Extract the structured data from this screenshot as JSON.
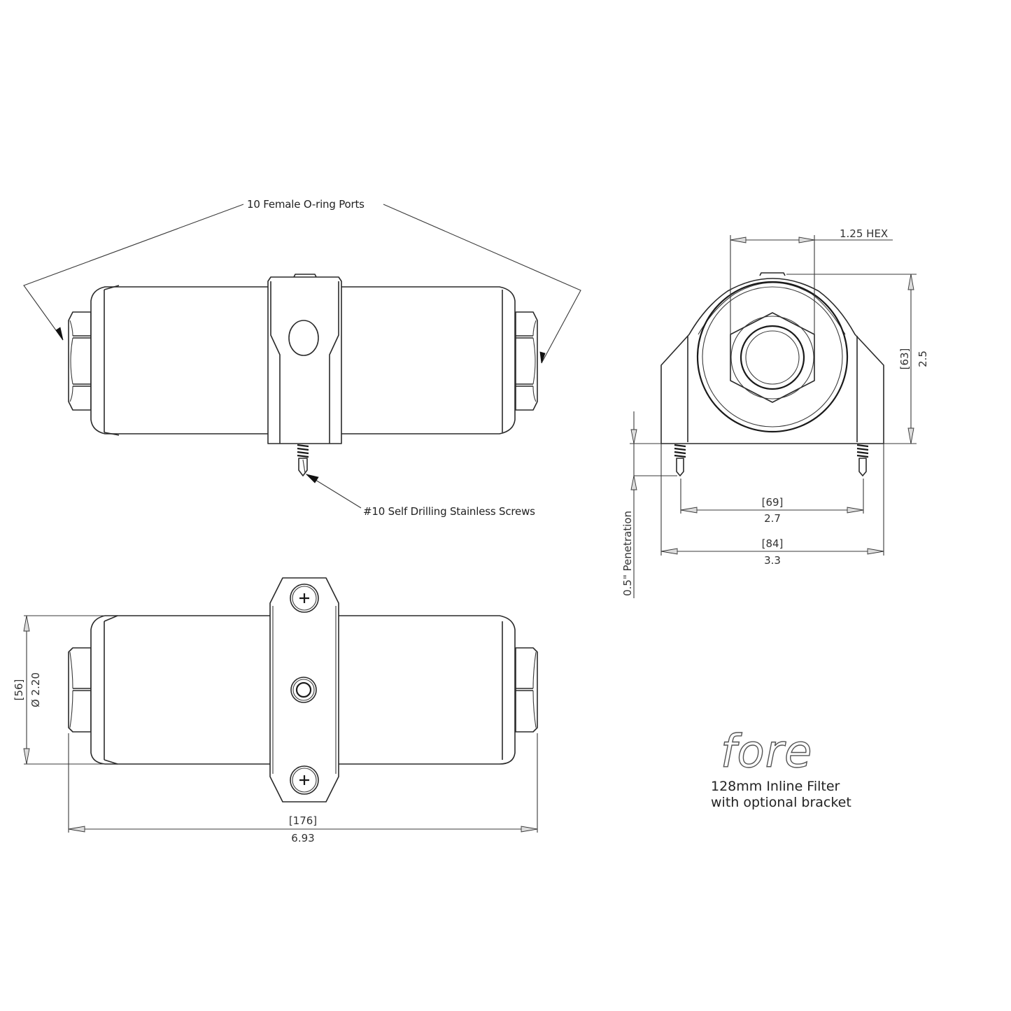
{
  "drawing": {
    "title": "128mm Inline Filter with optional bracket",
    "brand": "fore",
    "caption_line1": "128mm Inline Filter",
    "caption_line2": "with optional bracket"
  },
  "side_view": {
    "callout_ports": "10 Female O-ring Ports",
    "callout_screws": "#10 Self Drilling Stainless Screws"
  },
  "end_view": {
    "hex_label": "1.25 HEX",
    "height_mm": "[63]",
    "height_in": "2.5",
    "screw_spacing_mm": "[69]",
    "screw_spacing_in": "2.7",
    "base_width_mm": "[84]",
    "base_width_in": "3.3",
    "penetration_label": "0.5\" Penetration"
  },
  "top_view": {
    "diameter_mm": "[56]",
    "diameter_in": "Ø 2.20",
    "length_mm": "[176]",
    "length_in": "6.93"
  },
  "colors": {
    "line": "#2a2a2a",
    "background": "#ffffff"
  }
}
